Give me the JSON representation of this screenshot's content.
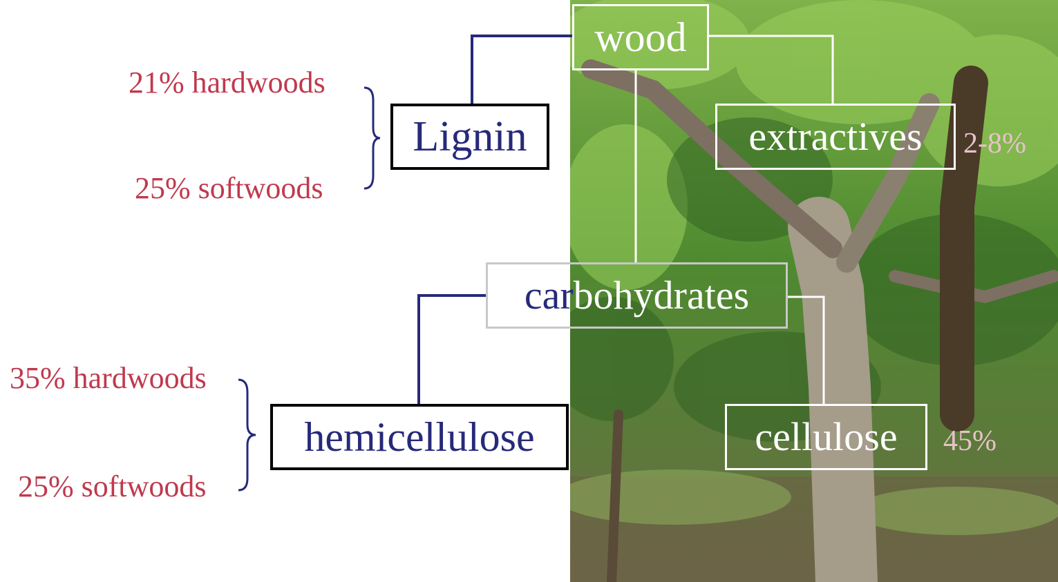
{
  "colors": {
    "dark_navy": "#27297a",
    "crimson": "#c0394e",
    "box_border_dark": "#000000",
    "box_border_light": "#ffffff",
    "light_text": "#ffffff",
    "pink_text": "#e6c3c9"
  },
  "nodes": {
    "wood": "wood",
    "extractives": "extractives",
    "carbohydrates_part1": "car",
    "carbohydrates_part2": "bohydrates",
    "lignin": "Lignin",
    "hemicellulose": "hemicellulose",
    "cellulose": "cellulose"
  },
  "percentages": {
    "extractives": "2-8%",
    "cellulose": "45%",
    "lignin_hardwoods": "21% hardwoods",
    "lignin_softwoods": "25% softwoods",
    "hemicellulose_hardwoods": "35% hardwoods",
    "hemicellulose_softwoods": "25% softwoods"
  }
}
